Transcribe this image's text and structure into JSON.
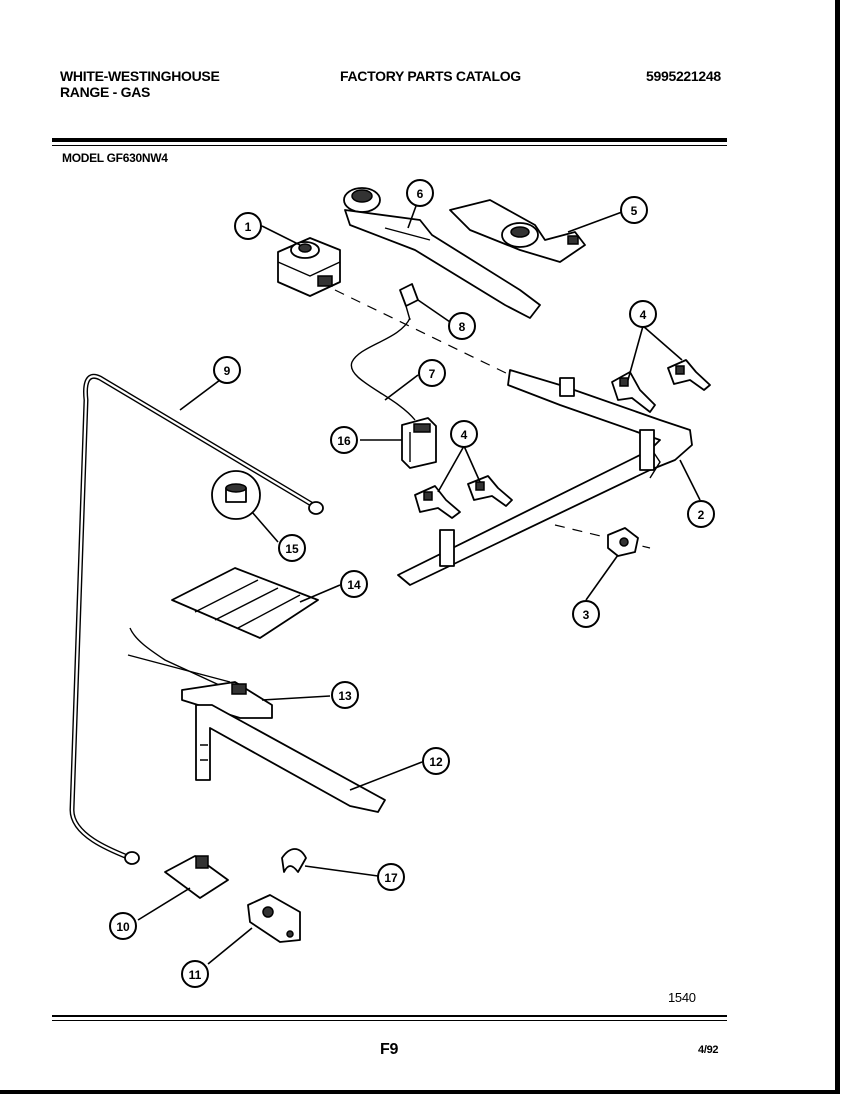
{
  "header": {
    "brand_line1": "WHITE-WESTINGHOUSE",
    "brand_line2": "RANGE - GAS",
    "catalog_title": "FACTORY PARTS CATALOG",
    "part_number": "5995221248",
    "model": "MODEL GF630NW4"
  },
  "footer": {
    "figure_number": "1540",
    "page": "F9",
    "date": "4/92"
  },
  "callouts": [
    "1",
    "2",
    "3",
    "4",
    "4",
    "5",
    "6",
    "7",
    "8",
    "9",
    "10",
    "11",
    "12",
    "13",
    "14",
    "15",
    "16",
    "17"
  ]
}
